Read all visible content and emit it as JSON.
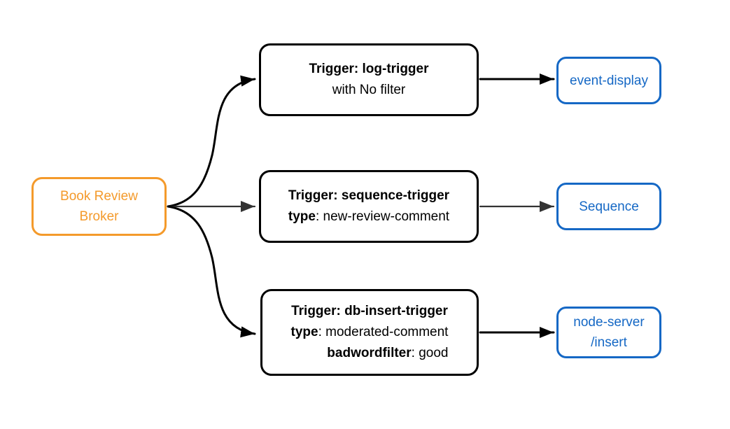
{
  "colors": {
    "bg": "#ffffff",
    "orange": "#f49a2b",
    "blue": "#1568c5",
    "node-text": "#000000",
    "edge-black": "#000000",
    "edge-gray": "#333333"
  },
  "nodes": {
    "broker": {
      "line1": "Book Review",
      "line2": "Broker"
    },
    "trigger_log": {
      "title": "Trigger: log-trigger",
      "subtitle": "with No filter"
    },
    "trigger_sequence": {
      "title": "Trigger: sequence-trigger",
      "attr1_key": "type",
      "attr1_val": ": new-review-comment"
    },
    "trigger_db": {
      "title": "Trigger: db-insert-trigger",
      "attr1_key": "type",
      "attr1_val": ": moderated-comment",
      "attr2_key": "badwordfilter",
      "attr2_val": ": good"
    },
    "sink_event_display": {
      "label": "event-display"
    },
    "sink_sequence": {
      "label": "Sequence"
    },
    "sink_node_server": {
      "line1": "node-server",
      "line2": "/insert"
    }
  },
  "edges": [
    {
      "from": "Book Review Broker",
      "to": "Trigger: log-trigger",
      "color": "black",
      "shape": "curve"
    },
    {
      "from": "Book Review Broker",
      "to": "Trigger: sequence-trigger",
      "color": "gray",
      "shape": "straight"
    },
    {
      "from": "Book Review Broker",
      "to": "Trigger: db-insert-trigger",
      "color": "black",
      "shape": "curve"
    },
    {
      "from": "Trigger: log-trigger",
      "to": "event-display",
      "color": "black",
      "shape": "straight"
    },
    {
      "from": "Trigger: sequence-trigger",
      "to": "Sequence",
      "color": "gray",
      "shape": "straight"
    },
    {
      "from": "Trigger: db-insert-trigger",
      "to": "node-server /insert",
      "color": "black",
      "shape": "straight"
    }
  ]
}
